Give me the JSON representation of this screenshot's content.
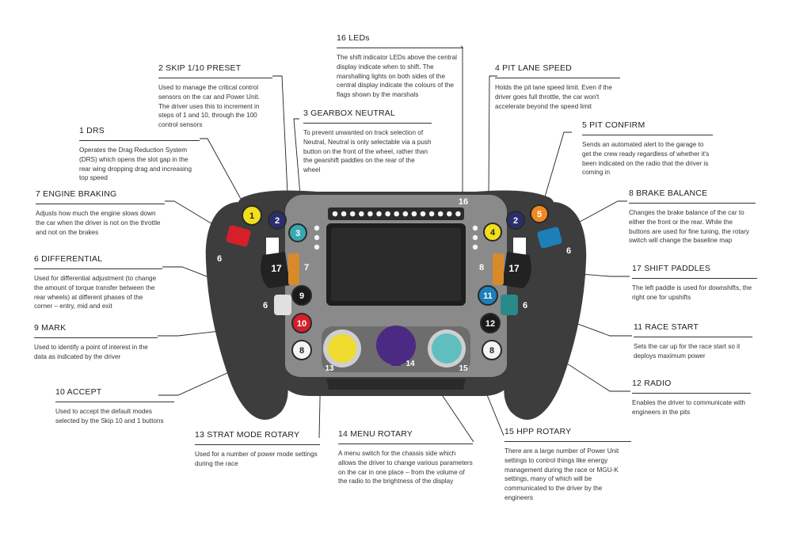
{
  "callouts": [
    {
      "num": "16",
      "title": "16  LEDs",
      "desc": "The shift indicator LEDs above the central display indicate when to shift. The marshalling lights on both sides of the central display indicate the colours of the flags shown by the marshals"
    },
    {
      "num": "2",
      "title": "2  SKIP 1/10 PRESET",
      "desc": "Used to manage the critical control sensors on the car and Power Unit. The driver uses this to increment in steps of 1 and 10, through the 100 control sensors"
    },
    {
      "num": "4",
      "title": "4  PIT LANE SPEED",
      "desc": "Holds the pit lane speed limit. Even if the driver goes full throttle, the car won't accelerate beyond the speed limit"
    },
    {
      "num": "3",
      "title": "3  GEARBOX NEUTRAL",
      "desc": "To prevent unwanted on track selection of Neutral, Neutral is only selectable via a push button on the front of the wheel, rather than the gearshift paddles on the rear of the wheel"
    },
    {
      "num": "1",
      "title": "1  DRS",
      "desc": "Operates the Drag Reduction System (DRS) which opens the slot gap in the rear wing dropping drag and increasing top speed"
    },
    {
      "num": "5",
      "title": "5  PIT CONFIRM",
      "desc": "Sends an automated alert to the garage to get the crew ready regardless of whether it's been indicated on the radio that the driver is coming in"
    },
    {
      "num": "7",
      "title": "7  ENGINE BRAKING",
      "desc": "Adjusts how much the engine slows down the car when the driver is not on the throttle and not on the brakes"
    },
    {
      "num": "8",
      "title": "8  BRAKE BALANCE",
      "desc": "Changes the brake balance of the car to either the front or the rear. While the buttons are used for fine tuning, the rotary switch will change the baseline map"
    },
    {
      "num": "6",
      "title": "6  DIFFERENTIAL",
      "desc": "Used for differential adjustment (to change the amount of torque transfer between the rear wheels) at different phases of the corner – entry, mid and exit"
    },
    {
      "num": "17",
      "title": "17  SHIFT PADDLES",
      "desc": "The left paddle is used for downshifts, the right one for upshifts"
    },
    {
      "num": "9",
      "title": "9  MARK",
      "desc": "Used to identify a point of interest in the data as indicated by the driver"
    },
    {
      "num": "11",
      "title": "11  RACE START",
      "desc": "Sets the car up for the race start so it deploys maximum power"
    },
    {
      "num": "10",
      "title": "10  ACCEPT",
      "desc": "Used to accept the default modes selected by the Skip 10 and 1 buttons"
    },
    {
      "num": "12",
      "title": "12  RADIO",
      "desc": "Enables the driver to communicate with engineers in the pits"
    },
    {
      "num": "13",
      "title": "13 STRAT MODE ROTARY",
      "desc": "Used for a number of power mode settings during the race"
    },
    {
      "num": "14",
      "title": "14 MENU ROTARY",
      "desc": "A menu switch for the chassis side which allows the driver to change various parameters on the car in one place – from the volume of the radio to the brightness of the display"
    },
    {
      "num": "15",
      "title": "15 HPP ROTARY",
      "desc": "There are a large number of Power Unit settings to control things like energy management during the race or MGU-K settings, many of which will be communicated to the driver by the engineers"
    }
  ],
  "wheel_labels": [
    "1",
    "2",
    "3",
    "4",
    "5",
    "2",
    "6",
    "6",
    "7",
    "8",
    "17",
    "17",
    "6",
    "6",
    "9",
    "10",
    "8",
    "11",
    "12",
    "8",
    "13",
    "14",
    "15",
    "16"
  ],
  "colors": {
    "wheel_body": "#3d3d3d",
    "wheel_plate": "#8a8a8a",
    "button_yellow": "#f2df1b",
    "button_navy": "#2b2e6e",
    "button_teal": "#38a9b2",
    "button_orange": "#f08a20",
    "button_red": "#d5202a",
    "button_blue": "#1c7fb8",
    "button_black": "#1a1a1a",
    "button_white": "#f4f4f4",
    "rotary_yellow": "#f0dc2e",
    "rotary_purple": "#4a2a82",
    "rotary_teal": "#5fbfbf",
    "paddle_orange": "#d88a2a"
  }
}
